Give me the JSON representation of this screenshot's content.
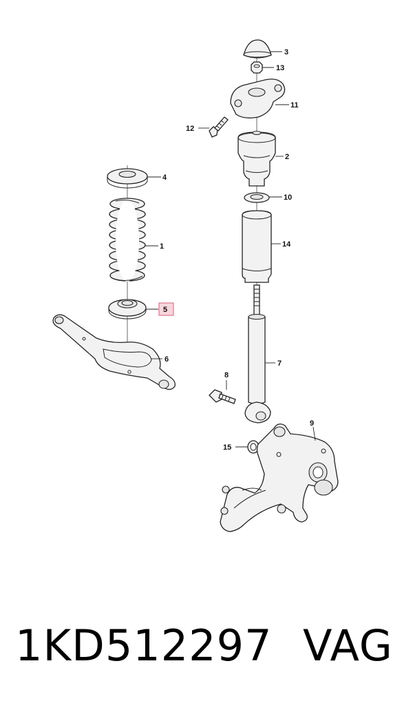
{
  "callouts": {
    "c1": "1",
    "c2": "2",
    "c3": "3",
    "c4": "4",
    "c5": "5",
    "c6": "6",
    "c7": "7",
    "c8": "8",
    "c9": "9",
    "c10": "10",
    "c11": "11",
    "c12": "12",
    "c13": "13",
    "c14": "14",
    "c15": "15"
  },
  "highlighted_callout": "5",
  "colors": {
    "highlight_fill": "#f6d6dc",
    "highlight_stroke": "#d9607a",
    "line": "#222222"
  },
  "caption": {
    "part_number": "1KD512297",
    "brand": "VAG"
  }
}
